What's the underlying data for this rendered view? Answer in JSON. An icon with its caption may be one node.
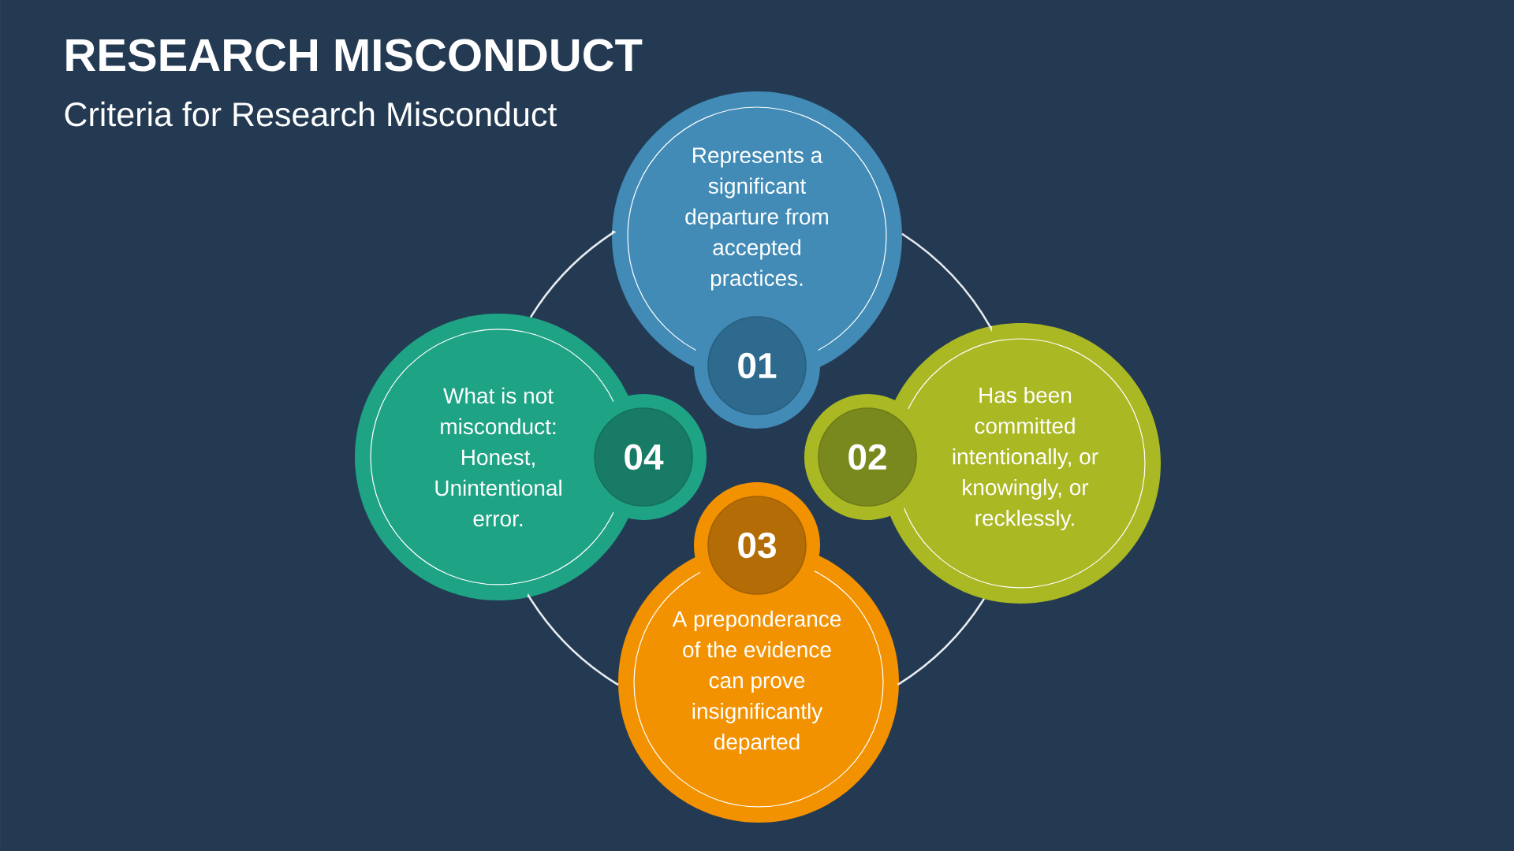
{
  "diagram": {
    "title": "RESEARCH MISCONDUCT",
    "nodes": [
      {
        "text": [
          "01"
        ]
      },
      {
        "text": [
          "Represents a significant departure from accepted practices."
        ]
      },
      {
        "text": [
          "02"
        ]
      },
      {
        "text": [
          "Has been committed intentionally, or knowingly, or recklessly."
        ]
      },
      {
        "text": [
          "03"
        ]
      },
      {
        "text": [
          "A preponderance of the evidence can prove insignificantly departed"
        ]
      },
      {
        "text": [
          "04"
        ]
      },
      {
        "text": [
          "What is not misconduct: Honest, Unintentional error."
        ]
      }
    ],
    "edges": [
      {
        "from": 1,
        "to": 3,
        "arrow": "none"
      },
      {
        "from": 3,
        "to": 5,
        "arrow": "none"
      },
      {
        "from": 5,
        "to": 7,
        "arrow": "none"
      },
      {
        "from": 7,
        "to": 1,
        "arrow": "none"
      }
    ],
    "labels": [
      "Criteria for Research Misconduct"
    ]
  }
}
